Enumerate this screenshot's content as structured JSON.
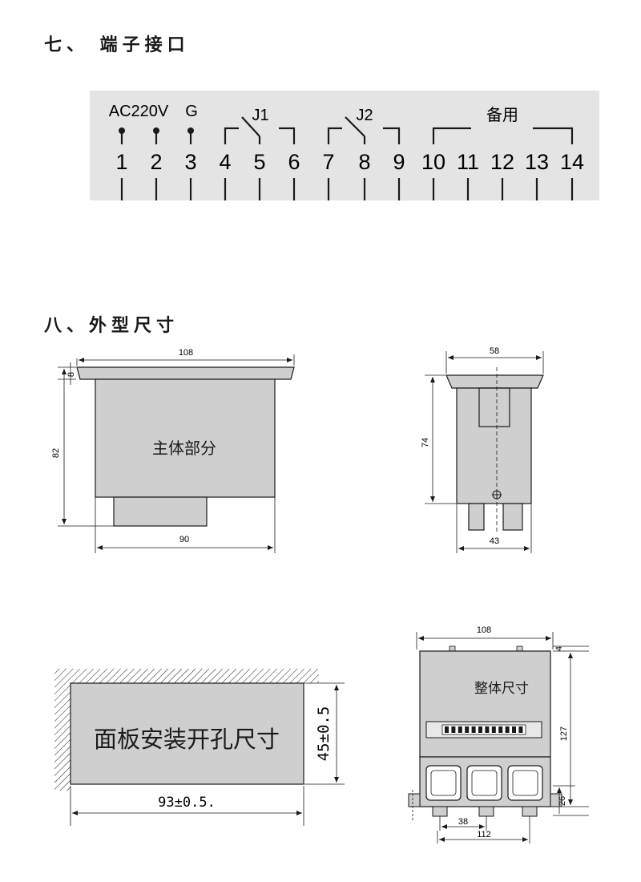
{
  "section7": {
    "heading": "七、 端子接口",
    "label_ac": "AC220V",
    "label_g": "G",
    "label_j1": "J1",
    "label_j2": "J2",
    "label_spare": "备用",
    "terminals": [
      "1",
      "2",
      "3",
      "4",
      "5",
      "6",
      "7",
      "8",
      "9",
      "10",
      "11",
      "12",
      "13",
      "14"
    ]
  },
  "section8": {
    "heading": "八、外型尺寸",
    "front": {
      "width_top": "108",
      "flange": "8",
      "height": "82",
      "width_body": "90",
      "label": "主体部分"
    },
    "side": {
      "width_top": "58",
      "height": "74",
      "width_bottom": "43"
    },
    "cutout": {
      "label": "面板安装开孔尺寸",
      "width": "93±0.5.",
      "height": "45±0.5"
    },
    "overall": {
      "label": "整体尺寸",
      "width_top": "108",
      "small_top": "4",
      "height": "127",
      "height_bottom": "26",
      "pitch": "38",
      "width_bottom": "112"
    }
  },
  "colors": {
    "panel_gray": "#e4e4e4",
    "body_gray": "#cfcfcf",
    "line": "#1a1a1a"
  }
}
